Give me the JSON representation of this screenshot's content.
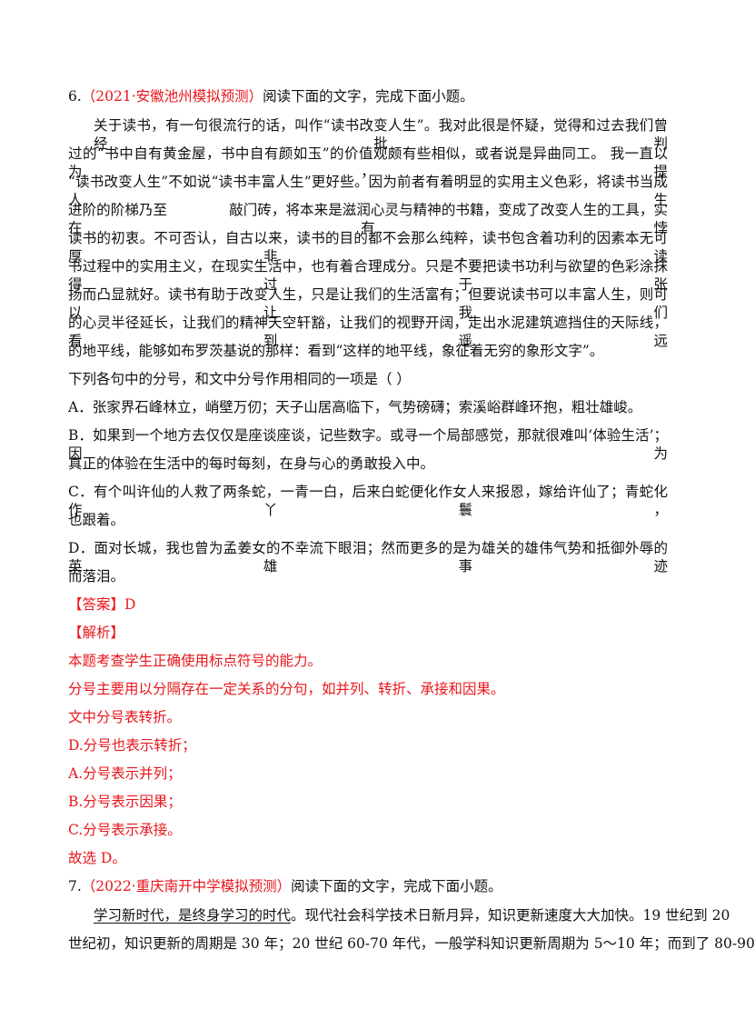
{
  "q6": {
    "number": "6.",
    "source": "（2021·安徽池州模拟预测）",
    "instruction": "阅读下面的文字，完成下面小题。",
    "passage": [
      "关于读书，有一句很流行的话，叫作“读书改变人生”。我对此很是怀疑，觉得和过去我们曾经批判",
      "过的“书中自有黄金屋，书中自有颜如玉”的价值观颇有些相似，或者说是异曲同工。  我一直以为，提",
      "“读书改变人生”不如说“读书丰富人生”更好些。因为前者有着明显的实用主义色彩，将读书当成人生",
      "进阶的阶梯乃至",
      "敲门砖，将本来是滋润心灵与精神的书籍，变成了改变人生的工具，实在有悖",
      "读书的初衷。不可否认，自古以来，读书的目的都不会那么纯粹，读书包含着功利的因素本无可厚非，读",
      "书过程中的实用主义，在现实生活中，也有着合理成分。只是不要把读书功利与欲望的色彩涂抹得过于张",
      "扬而凸显就好。读书有助于改变人生，只是让我们的生活富有；但要说读书可以丰富人生，则可以让我们",
      "的心灵半径延长，让我们的精神天空轩豁，让我们的视野开阔，走出水泥建筑遮挡住的天际线，看到遥远",
      "的地平线，能够如布罗茨基说的那样：看到“这样的地平线，象征着无穷的象形文字”。"
    ],
    "question": "下列各句中的分号，和文中分号作用相同的一项是（     ）",
    "options": {
      "A": "A．张家界石峰林立，峭壁万仞；天子山居高临下，气势磅礴；索溪峪群峰环抱，粗壮雄峻。",
      "B1": "B．如果到一个地方去仅仅是座谈座谈，记些数字。或寻一个局部感觉，那就很难叫‘体验生活’；因为",
      "B2": "真正的体验在生活中的每时每刻，在身与心的勇敢投入中。",
      "C1": "C．有个叫许仙的人救了两条蛇，一青一白，后来白蛇便化作女人来报恩，嫁给许仙了；青蛇化作丫鬟，",
      "C2": "也跟着。",
      "D1": "D．面对长城，我也曾为孟姜女的不幸流下眼泪；然而更多的是为雄关的雄伟气势和抵御外辱的英雄事迹",
      "D2": "而落泪。"
    },
    "answer": "【答案】D",
    "analysis_label": "【解析】",
    "analysis": [
      "本题考查学生正确使用标点符号的能力。",
      "分号主要用以分隔存在一定关系的分句，如并列、转折、承接和因果。",
      "文中分号表转折。",
      "D.分号也表示转折；",
      "A.分号表示并列；",
      "B.分号表示因果；",
      "C.分号表示承接。",
      "故选 D。"
    ]
  },
  "q7": {
    "number": "7.",
    "source": "（2022·重庆南开中学模拟预测）",
    "instruction": "阅读下面的文字，完成下面小题。",
    "passage_underlined": "学习新时代，是终身学习的时代",
    "passage_rest": "。现代社会科学技术日新月异，知识更新速度大大加快。19 世纪到 20",
    "passage_line2": "世纪初，知识更新的周期是 30 年；20 世纪 60-70 年代，一般学科知识更新周期为 5～10 年；而到了 80-90"
  },
  "colors": {
    "accent_red": "#e8161b",
    "text": "#111111"
  }
}
